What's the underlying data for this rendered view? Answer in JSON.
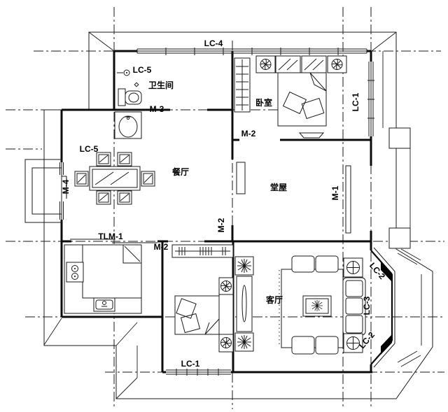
{
  "drawing": {
    "type": "residential floor plan (CAD)",
    "labels": [
      {
        "id": "window-lc4-top",
        "text": "LC-4"
      },
      {
        "id": "window-lc5-bathroom",
        "text": "LC-5"
      },
      {
        "id": "room-bathroom",
        "text": "卫生间"
      },
      {
        "id": "door-m3",
        "text": "M-3"
      },
      {
        "id": "window-lc5-dining",
        "text": "LC-5"
      },
      {
        "id": "room-dining",
        "text": "餐厅"
      },
      {
        "id": "door-m4",
        "text": "M-4"
      },
      {
        "id": "door-tlm1",
        "text": "TLM-1"
      },
      {
        "id": "door-m2-bedroom2",
        "text": "M-2"
      },
      {
        "id": "room-bedroom-top",
        "text": "卧室"
      },
      {
        "id": "door-m2-bedroom1",
        "text": "M-2"
      },
      {
        "id": "room-hall",
        "text": "堂屋"
      },
      {
        "id": "door-m2-hall",
        "text": "M-2"
      },
      {
        "id": "door-m1",
        "text": "M-1"
      },
      {
        "id": "window-lc1-east",
        "text": "LC-1"
      },
      {
        "id": "room-living",
        "text": "客厅"
      },
      {
        "id": "window-lc2-top",
        "text": "LC-2"
      },
      {
        "id": "window-lc3",
        "text": "LC-3"
      },
      {
        "id": "window-lc2-bottom",
        "text": "LC-2"
      },
      {
        "id": "window-lc1-south",
        "text": "LC-1"
      }
    ]
  }
}
